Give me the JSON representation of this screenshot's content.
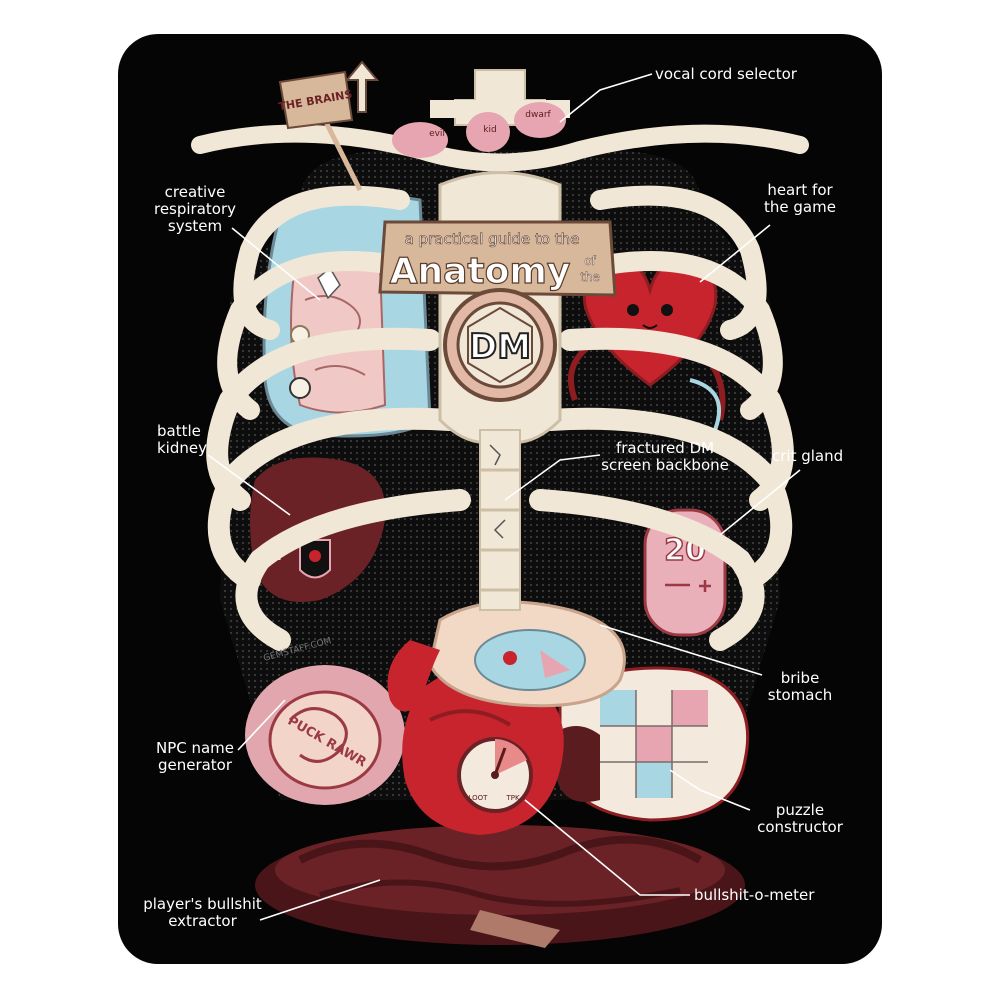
{
  "colors": {
    "background": "#050505",
    "bone": "#f1e7d6",
    "bone_shadow": "#cdbfa6",
    "lung_blue": "#a9d6e3",
    "pink": "#e6a5b0",
    "heart_red": "#c8242d",
    "blood_red": "#8e1d22",
    "liver_brown": "#5a1c1e",
    "wood": "#d8b89a"
  },
  "sign": {
    "line1": "a practical guide to the",
    "title": "Anatomy",
    "suffix_top": "of",
    "suffix_bottom": "the",
    "badge": "DM"
  },
  "brains_sign": "THE BRAINS",
  "vocal_options": [
    "evil",
    "kid",
    "dwarf"
  ],
  "crit_number": "20",
  "watermark": "GEMSTAFF.COM",
  "npc_text": "PUCK RAWR",
  "meter": {
    "left": "LOOT",
    "right": "TPK",
    "level": 0.75
  },
  "labels": [
    {
      "id": "vocal",
      "lines": [
        "vocal cord selector"
      ]
    },
    {
      "id": "heart",
      "lines": [
        "heart for",
        "the game"
      ]
    },
    {
      "id": "creative",
      "lines": [
        "creative",
        "respiratory",
        "system"
      ]
    },
    {
      "id": "battle",
      "lines": [
        "battle",
        "kidney"
      ]
    },
    {
      "id": "backbone",
      "lines": [
        "fractured DM",
        "screen backbone"
      ]
    },
    {
      "id": "crit",
      "lines": [
        "crit gland"
      ]
    },
    {
      "id": "bribe",
      "lines": [
        "bribe",
        "stomach"
      ]
    },
    {
      "id": "npc",
      "lines": [
        "NPC name",
        "generator"
      ]
    },
    {
      "id": "puzzle",
      "lines": [
        "puzzle",
        "constructor"
      ]
    },
    {
      "id": "bullshit",
      "lines": [
        "bullshit-o-meter"
      ]
    },
    {
      "id": "extractor",
      "lines": [
        "player's bullshit",
        "extractor"
      ]
    }
  ]
}
